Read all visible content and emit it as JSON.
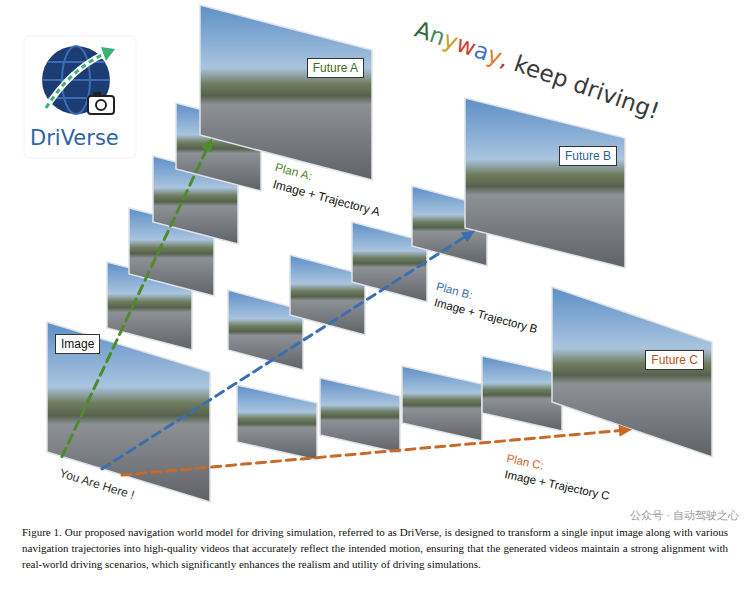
{
  "diagram": {
    "title": "Anyway, keep driving!",
    "caption": "Figure 1. Our proposed navigation world model for driving simulation, referred to as DriVerse, is designed to transform a single input image along with various navigation trajectories into high-quality videos that accurately reflect the intended motion, ensuring that the generated videos maintain a strong alignment with real-world driving scenarios, which significantly enhances the realism and utility of driving simulations.",
    "nodes": [
      {
        "text": [
          "Image"
        ]
      },
      {
        "text": [
          "Future A"
        ]
      },
      {
        "text": [
          "Future B"
        ]
      },
      {
        "text": [
          "Future C"
        ]
      }
    ],
    "edges": [
      {
        "from": 0,
        "to": 1,
        "arrow": "to"
      },
      {
        "from": 0,
        "to": 2,
        "arrow": "to"
      },
      {
        "from": 0,
        "to": 3,
        "arrow": "to"
      }
    ],
    "labels": [
      "DriVerse",
      "Plan A:",
      "Image + Trajectory A",
      "Plan B:",
      "Image + Trajectory B",
      "Plan C:",
      "Image + Trajectory C",
      "You Are Here !",
      "公众号 · 自动驾驶之心"
    ]
  }
}
